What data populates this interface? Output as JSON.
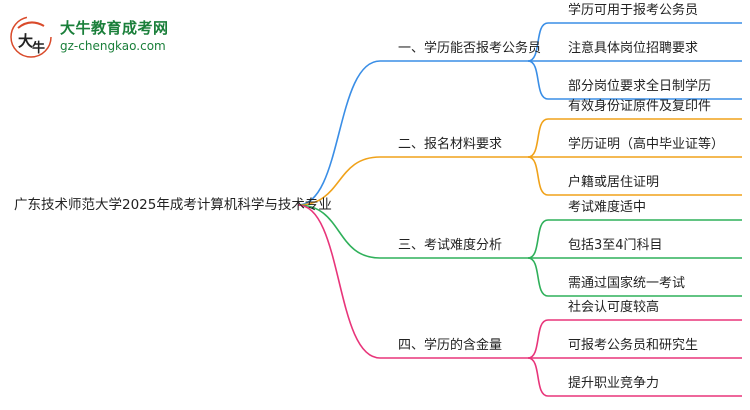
{
  "logo": {
    "mark_text": "大牛",
    "name": "大牛教育成考网",
    "url": "gz-chengkao.com"
  },
  "mindmap": {
    "root": "广东技术师范大学2025年成考计算机科学与技术专业",
    "branches": [
      {
        "label": "一、学历能否报考公务员",
        "color": "#3a8ee6",
        "children": [
          "学历可用于报考公务员",
          "注意具体岗位招聘要求",
          "部分岗位要求全日制学历"
        ]
      },
      {
        "label": "二、报名材料要求",
        "color": "#f0a21a",
        "children": [
          "有效身份证原件及复印件",
          "学历证明（高中毕业证等）",
          "户籍或居住证明"
        ]
      },
      {
        "label": "三、考试难度分析",
        "color": "#2fb05a",
        "children": [
          "考试难度适中",
          "包括3至4门科目",
          "需通过国家统一考试"
        ]
      },
      {
        "label": "四、学历的含金量",
        "color": "#e8357a",
        "children": [
          "社会认可度较高",
          "可报考公务员和研究生",
          "提升职业竞争力"
        ]
      }
    ]
  }
}
